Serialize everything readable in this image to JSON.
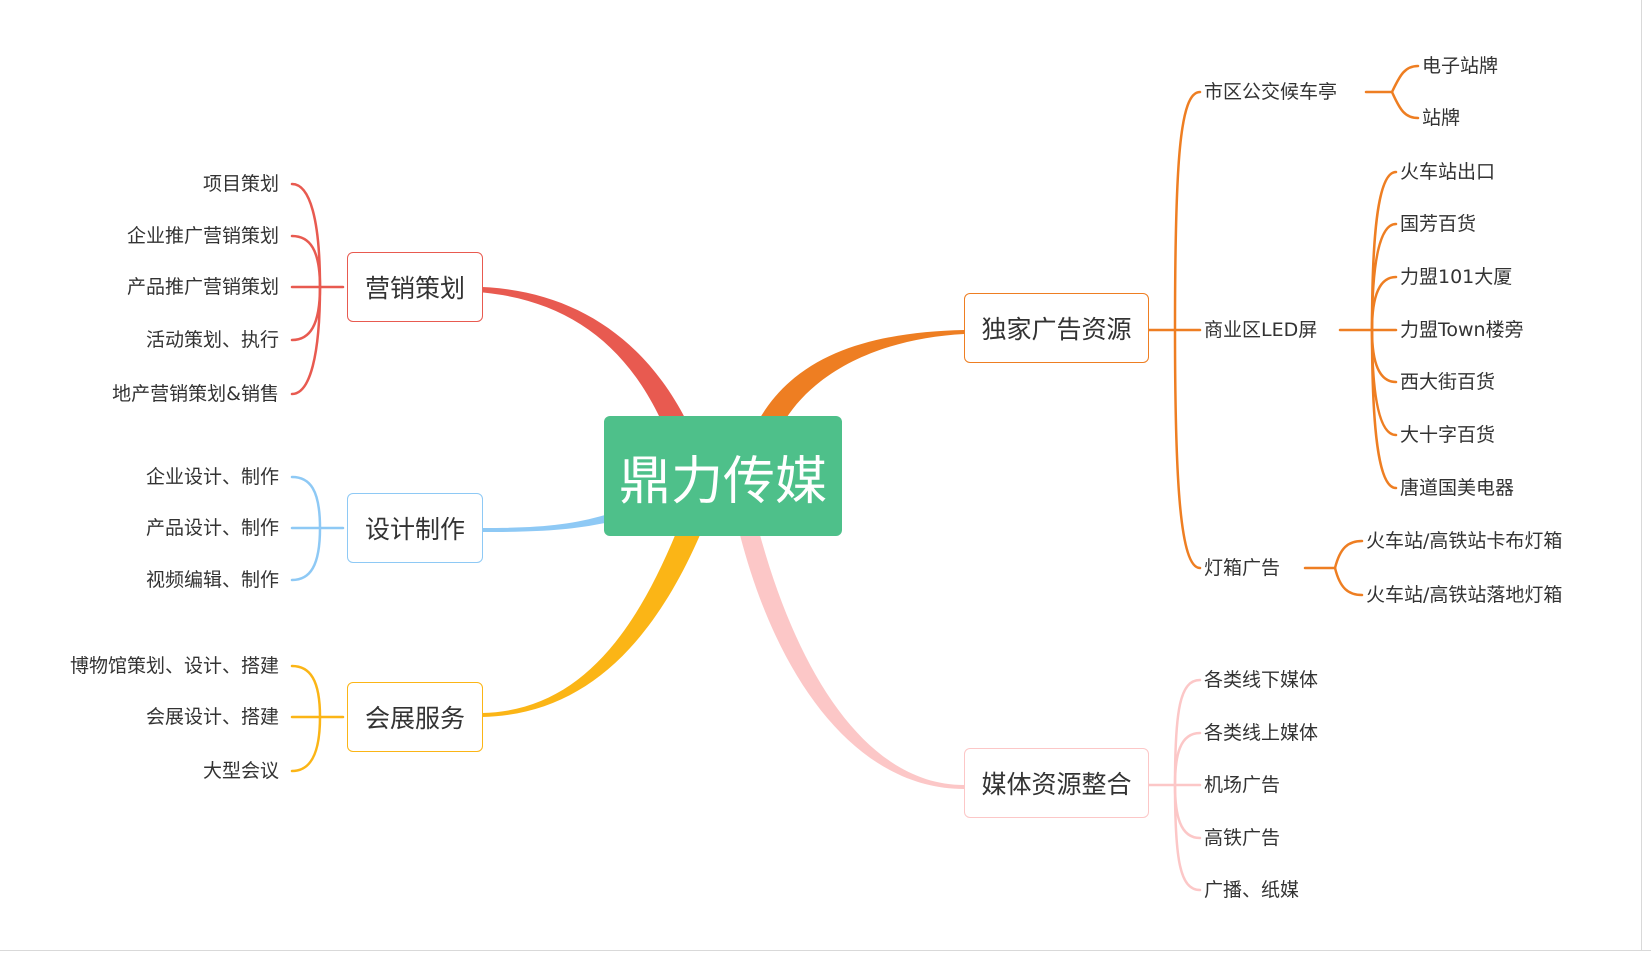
{
  "colors": {
    "root": "#4ec08a",
    "marketing": "#e85a50",
    "design": "#8ec9f5",
    "exhibition": "#fbb516",
    "ads": "#ee7e22",
    "media": "#fcc7c7"
  },
  "root": {
    "label": "鼎力传媒"
  },
  "branches": {
    "marketing": {
      "label": "营销策划",
      "items": [
        "项目策划",
        "企业推广营销策划",
        "产品推广营销策划",
        "活动策划、执行",
        "地产营销策划&销售"
      ]
    },
    "design": {
      "label": "设计制作",
      "items": [
        "企业设计、制作",
        "产品设计、制作",
        "视频编辑、制作"
      ]
    },
    "exhibition": {
      "label": "会展服务",
      "items": [
        "博物馆策划、设计、搭建",
        "会展设计、搭建",
        "大型会议"
      ]
    },
    "ads": {
      "label": "独家广告资源",
      "groups": [
        {
          "label": "市区公交候车亭",
          "items": [
            "电子站牌",
            "站牌"
          ]
        },
        {
          "label": "商业区LED屏",
          "items": [
            "火车站出口",
            "国芳百货",
            "力盟101大厦",
            "力盟Town楼旁",
            "西大街百货",
            "大十字百货",
            "唐道国美电器"
          ]
        },
        {
          "label": "灯箱广告",
          "items": [
            "火车站/高铁站卡布灯箱",
            "火车站/高铁站落地灯箱"
          ]
        }
      ]
    },
    "media": {
      "label": "媒体资源整合",
      "items": [
        "各类线下媒体",
        "各类线上媒体",
        "机场广告",
        "高铁广告",
        "广播、纸媒"
      ]
    }
  }
}
